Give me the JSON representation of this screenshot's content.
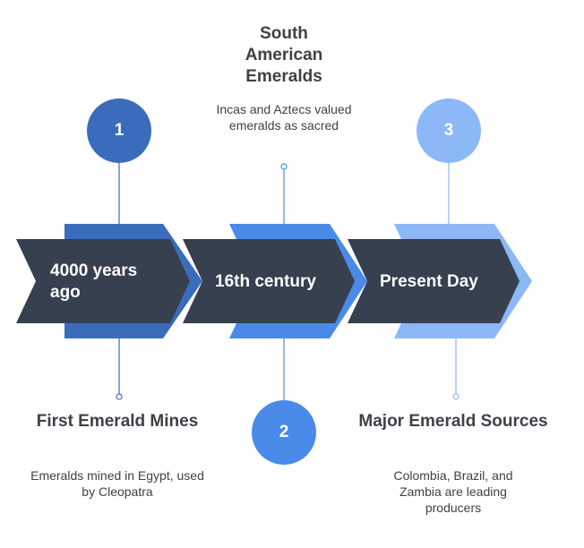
{
  "colors": {
    "step1": "#3b6cbc",
    "step2": "#4a8ae8",
    "step3": "#8db8f7",
    "band": "#36404f",
    "text": "#3f4147"
  },
  "steps": [
    {
      "number": "1",
      "period": "4000 years ago",
      "title": "First Emerald Mines",
      "description": "Emeralds mined in Egypt, used by Cleopatra"
    },
    {
      "number": "2",
      "period": "16th century",
      "title": "South American Emeralds",
      "description": "Incas and Aztecs valued emeralds as sacred"
    },
    {
      "number": "3",
      "period": "Present Day",
      "title": "Major Emerald Sources",
      "description": "Colombia, Brazil, and Zambia are leading producers"
    }
  ]
}
